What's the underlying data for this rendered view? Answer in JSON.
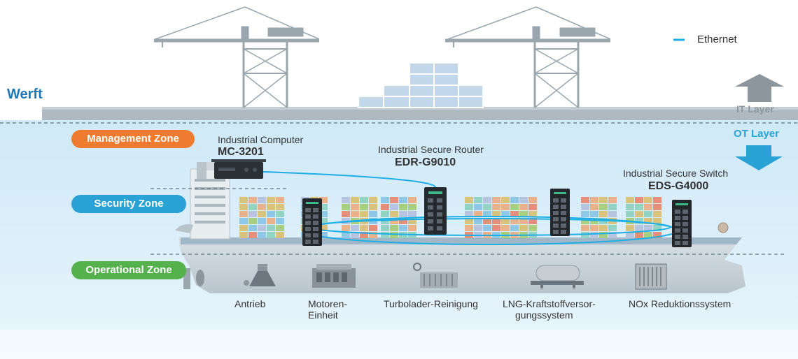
{
  "shore": {
    "label": "Werft"
  },
  "legend": {
    "ethernet": "Ethernet"
  },
  "layers": {
    "it": "IT Layer",
    "ot": "OT Layer"
  },
  "zones": {
    "management": "Management Zone",
    "security": "Security Zone",
    "operational": "Operational Zone"
  },
  "devices": {
    "computer": {
      "desc": "Industrial Computer",
      "model": "MC-3201"
    },
    "router": {
      "desc": "Industrial Secure Router",
      "model": "EDR-G9010"
    },
    "switch": {
      "desc": "Industrial Secure Switch",
      "model": "EDS-G4000"
    }
  },
  "equipment": [
    {
      "line1": "Antrieb",
      "line2": ""
    },
    {
      "line1": "Motoren-",
      "line2": "Einheit"
    },
    {
      "line1": "Turbolader-Reinigung",
      "line2": ""
    },
    {
      "line1": "LNG-Kraftstoffversor-",
      "line2": "gungssystem"
    },
    {
      "line1": "NOx Reduktionssystem",
      "line2": ""
    }
  ],
  "colors": {
    "management": "#ee7b30",
    "security": "#2aa2d6",
    "operational": "#55b14c",
    "ethernet": "#1eaee6",
    "water": "#d4ecf8",
    "hull": "#c8d3da",
    "ot": "#2aa2d6"
  }
}
